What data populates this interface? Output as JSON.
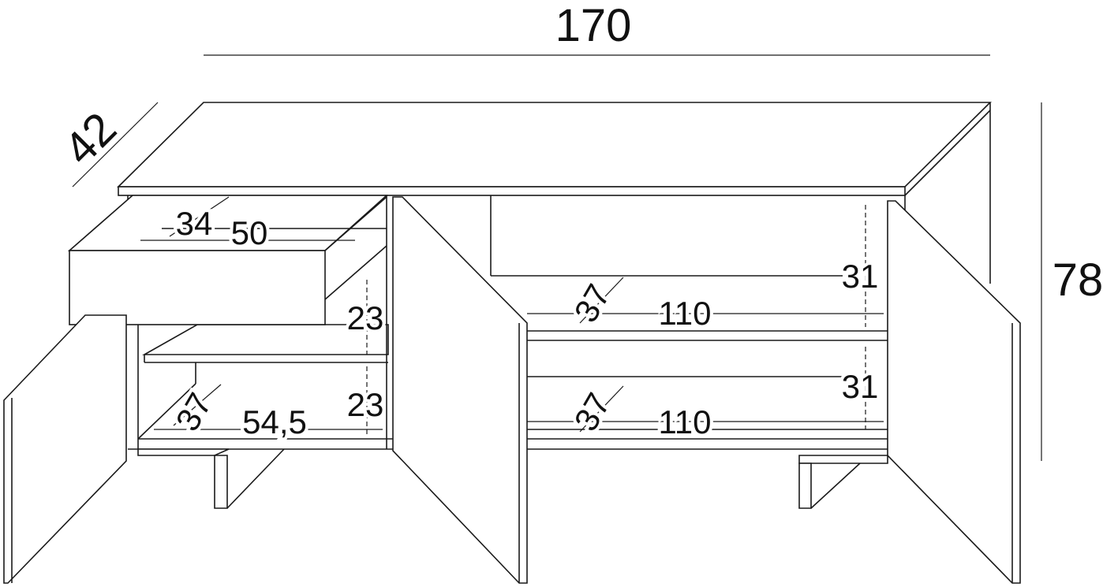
{
  "dimensions": {
    "width": "170",
    "depth": "42",
    "height": "78",
    "drawer_depth": "34",
    "drawer_width": "50",
    "left_upper_height": "23",
    "left_lower_height": "23",
    "left_shelf_depth": "37",
    "left_shelf_width": "54,5",
    "right_upper_depth": "37",
    "right_upper_width": "110",
    "right_upper_height": "31",
    "right_lower_depth": "37",
    "right_lower_width": "110",
    "right_lower_height": "31"
  }
}
